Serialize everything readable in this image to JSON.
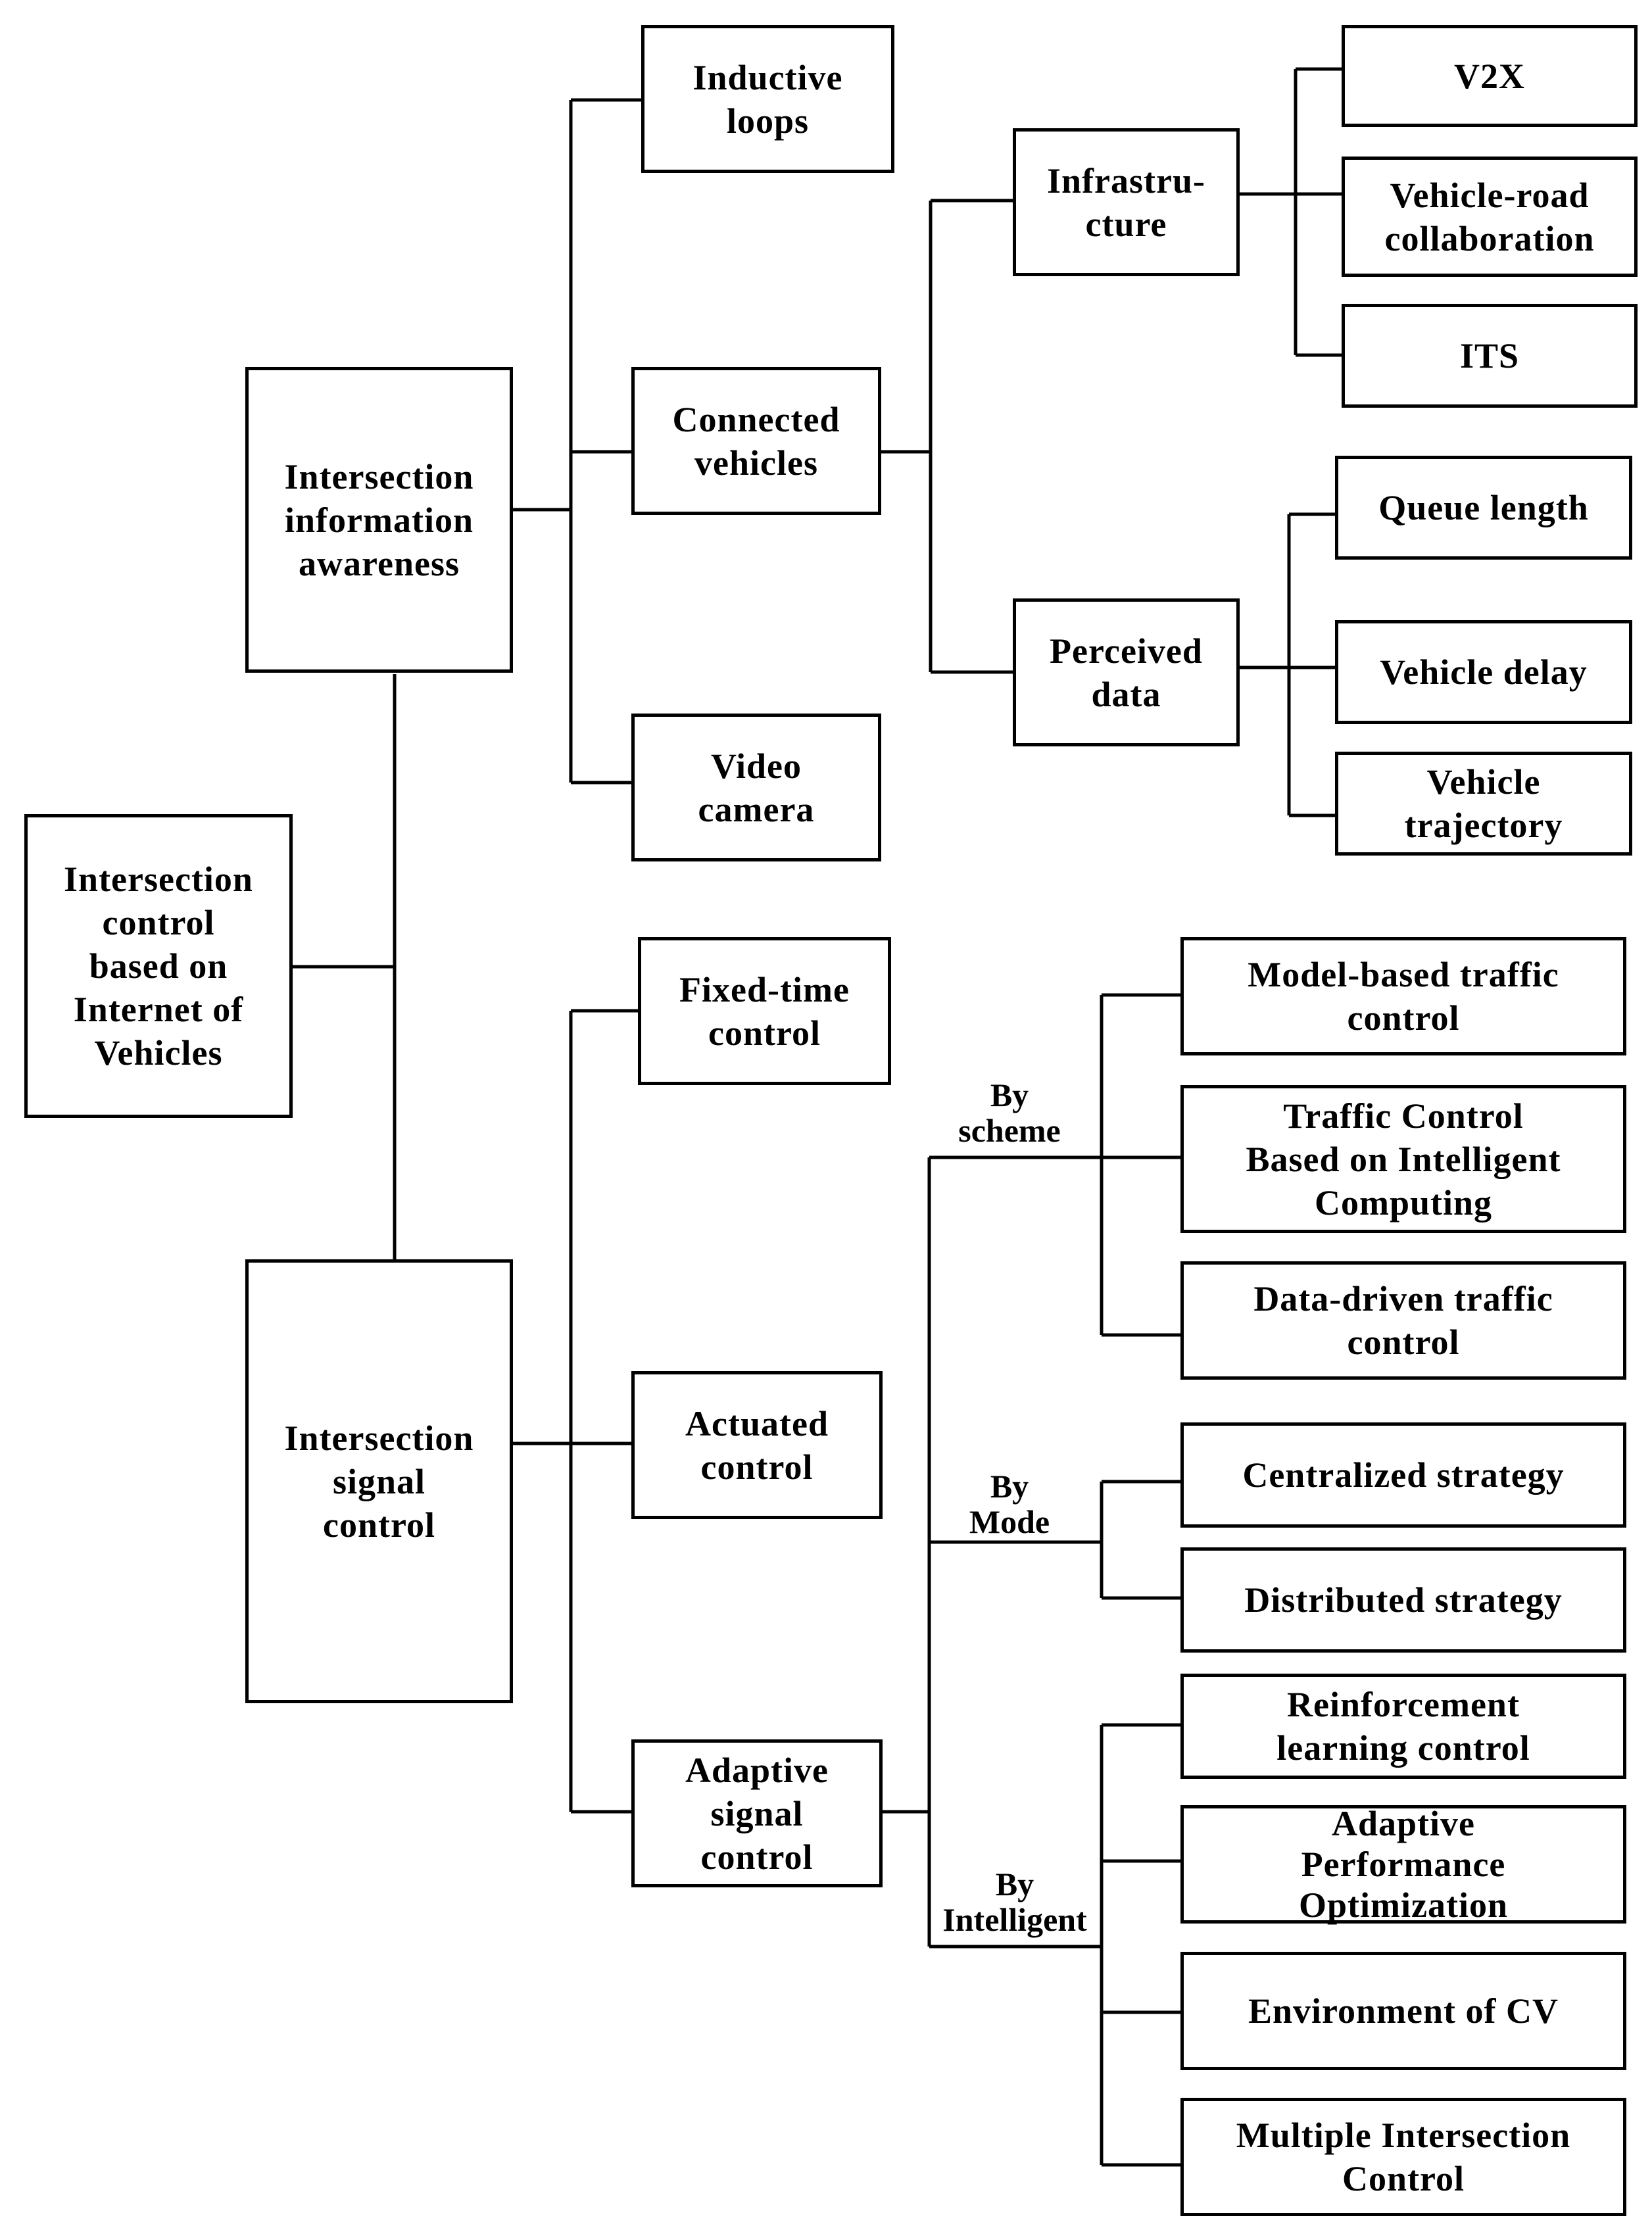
{
  "root": "Intersection\ncontrol\nbased on\nInternet of\nVehicles",
  "awareness": {
    "title": "Intersection\ninformation\nawareness",
    "inductive_loops": "Inductive\nloops",
    "connected_vehicles": "Connected\nvehicles",
    "video_camera": "Video\ncamera",
    "infrastructure": {
      "title": "Infrastru-\ncture",
      "items": [
        "V2X",
        "Vehicle-road\ncollaboration",
        "ITS"
      ]
    },
    "perceived_data": {
      "title": "Perceived\ndata",
      "items": [
        "Queue length",
        "Vehicle delay",
        "Vehicle\ntrajectory"
      ]
    }
  },
  "signal": {
    "title": "Intersection\nsignal\ncontrol",
    "fixed_time": "Fixed-time\ncontrol",
    "actuated": "Actuated\ncontrol",
    "adaptive": "Adaptive\nsignal\ncontrol",
    "by_scheme": {
      "label": "By\nscheme",
      "items": [
        "Model-based traffic\ncontrol",
        "Traffic Control\nBased on Intelligent\nComputing",
        "Data-driven traffic\ncontrol"
      ]
    },
    "by_mode": {
      "label": "By\nMode",
      "items": [
        "Centralized strategy",
        "Distributed strategy"
      ]
    },
    "by_intelligent": {
      "label": "By\nIntelligent",
      "items": [
        "Reinforcement\nlearning control",
        "Adaptive\nPerformance\nOptimization",
        "Environment of CV",
        "Multiple Intersection\nControl"
      ]
    }
  }
}
